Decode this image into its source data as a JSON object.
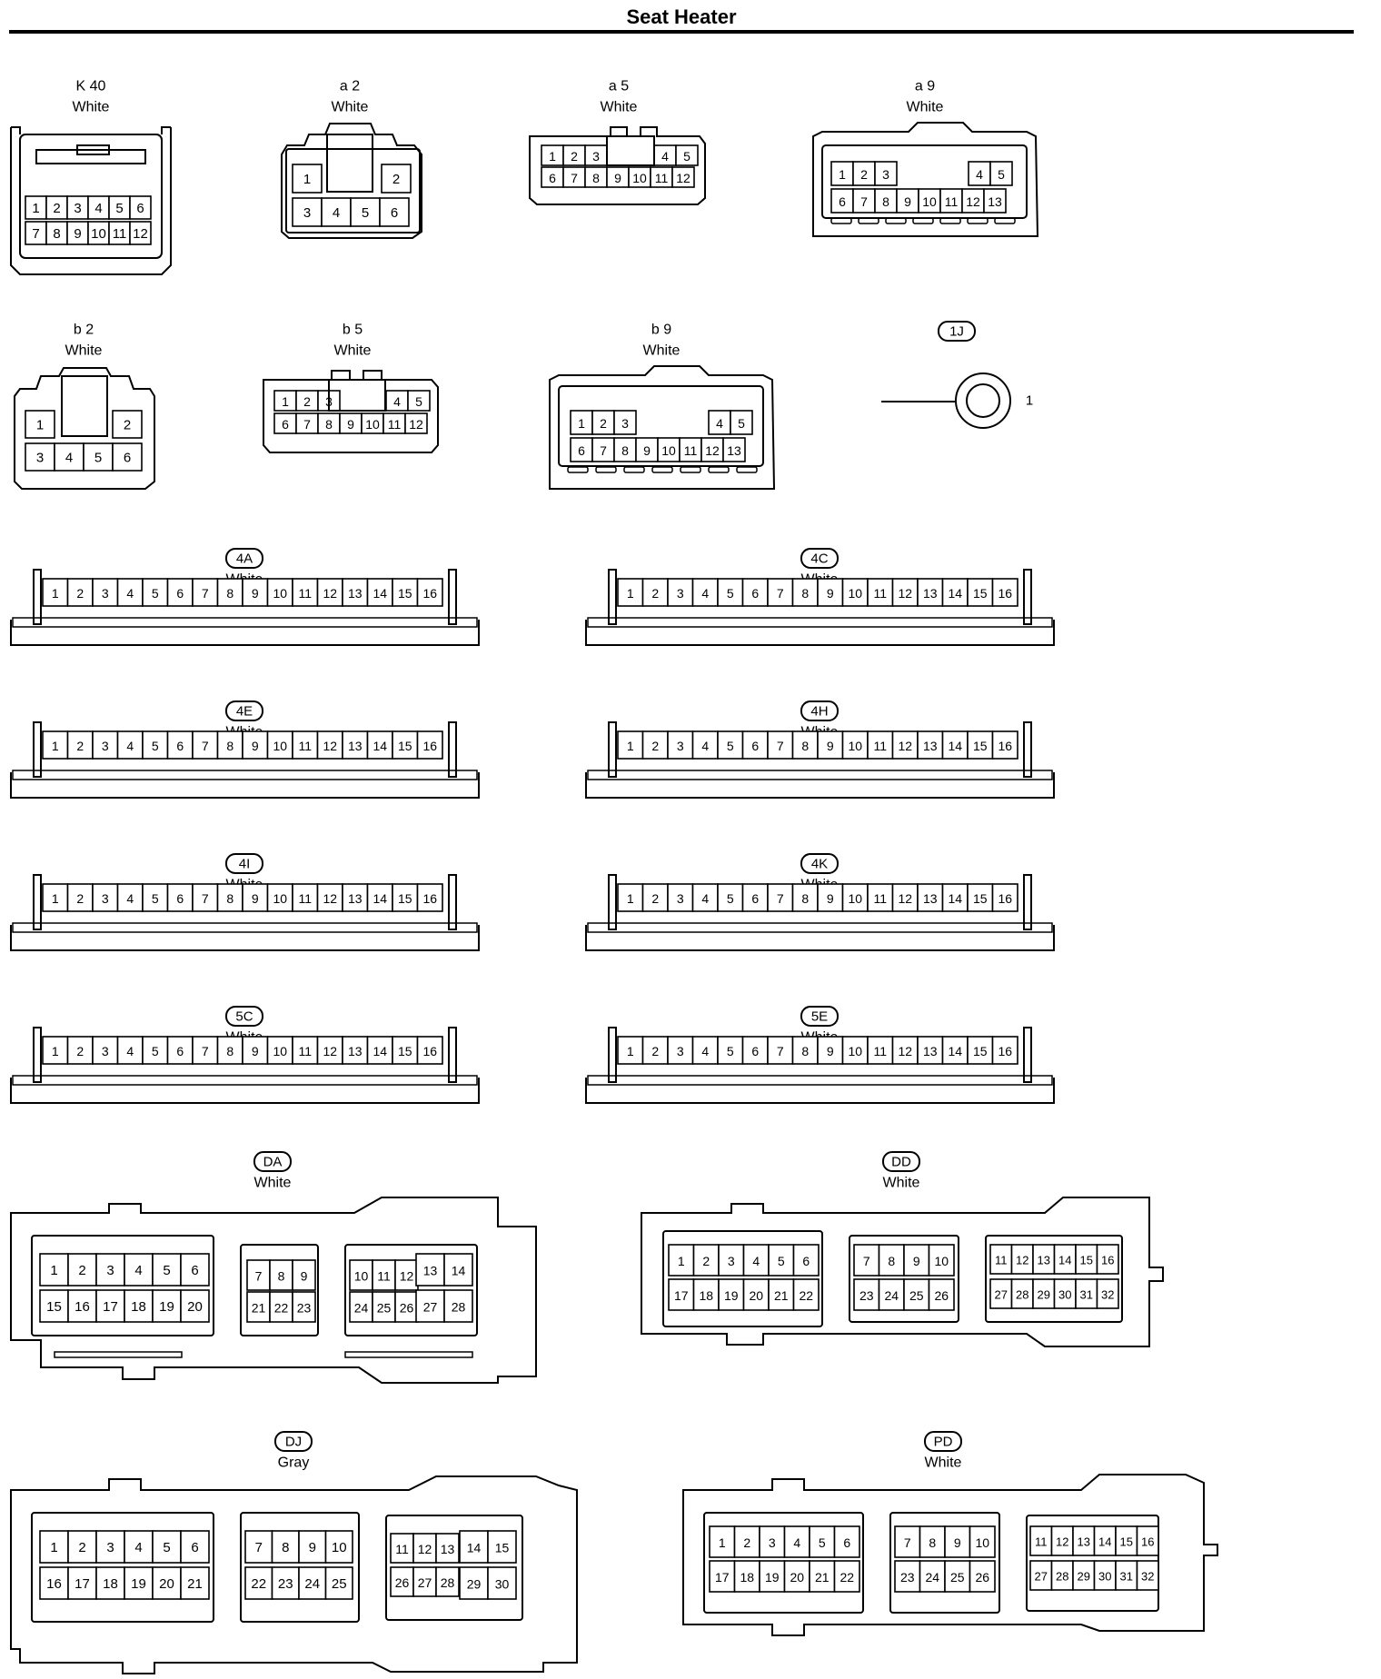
{
  "title": "Seat Heater",
  "connectors": {
    "K40": {
      "id": "K 40",
      "color": "White"
    },
    "a2": {
      "id": "a 2",
      "color": "White"
    },
    "a5": {
      "id": "a 5",
      "color": "White"
    },
    "a9": {
      "id": "a 9",
      "color": "White"
    },
    "b2": {
      "id": "b 2",
      "color": "White"
    },
    "b5": {
      "id": "b 5",
      "color": "White"
    },
    "b9": {
      "id": "b 9",
      "color": "White"
    },
    "1J": {
      "id": "1J",
      "pin": "1"
    },
    "4A": {
      "id": "4A",
      "color": "White"
    },
    "4C": {
      "id": "4C",
      "color": "White"
    },
    "4E": {
      "id": "4E",
      "color": "White"
    },
    "4H": {
      "id": "4H",
      "color": "White"
    },
    "4I": {
      "id": "4I",
      "color": "White"
    },
    "4K": {
      "id": "4K",
      "color": "White"
    },
    "5C": {
      "id": "5C",
      "color": "White"
    },
    "5E": {
      "id": "5E",
      "color": "White"
    },
    "DA": {
      "id": "DA",
      "color": "White"
    },
    "DD": {
      "id": "DD",
      "color": "White"
    },
    "DJ": {
      "id": "DJ",
      "color": "Gray"
    },
    "PD": {
      "id": "PD",
      "color": "White"
    }
  },
  "pins": {
    "1": "1",
    "2": "2",
    "3": "3",
    "4": "4",
    "5": "5",
    "6": "6",
    "7": "7",
    "8": "8",
    "9": "9",
    "10": "10",
    "11": "11",
    "12": "12",
    "13": "13",
    "14": "14",
    "15": "15",
    "16": "16",
    "17": "17",
    "18": "18",
    "19": "19",
    "20": "20",
    "21": "21",
    "22": "22",
    "23": "23",
    "24": "24",
    "25": "25",
    "26": "26",
    "27": "27",
    "28": "28",
    "29": "29",
    "30": "30",
    "31": "31",
    "32": "32"
  }
}
